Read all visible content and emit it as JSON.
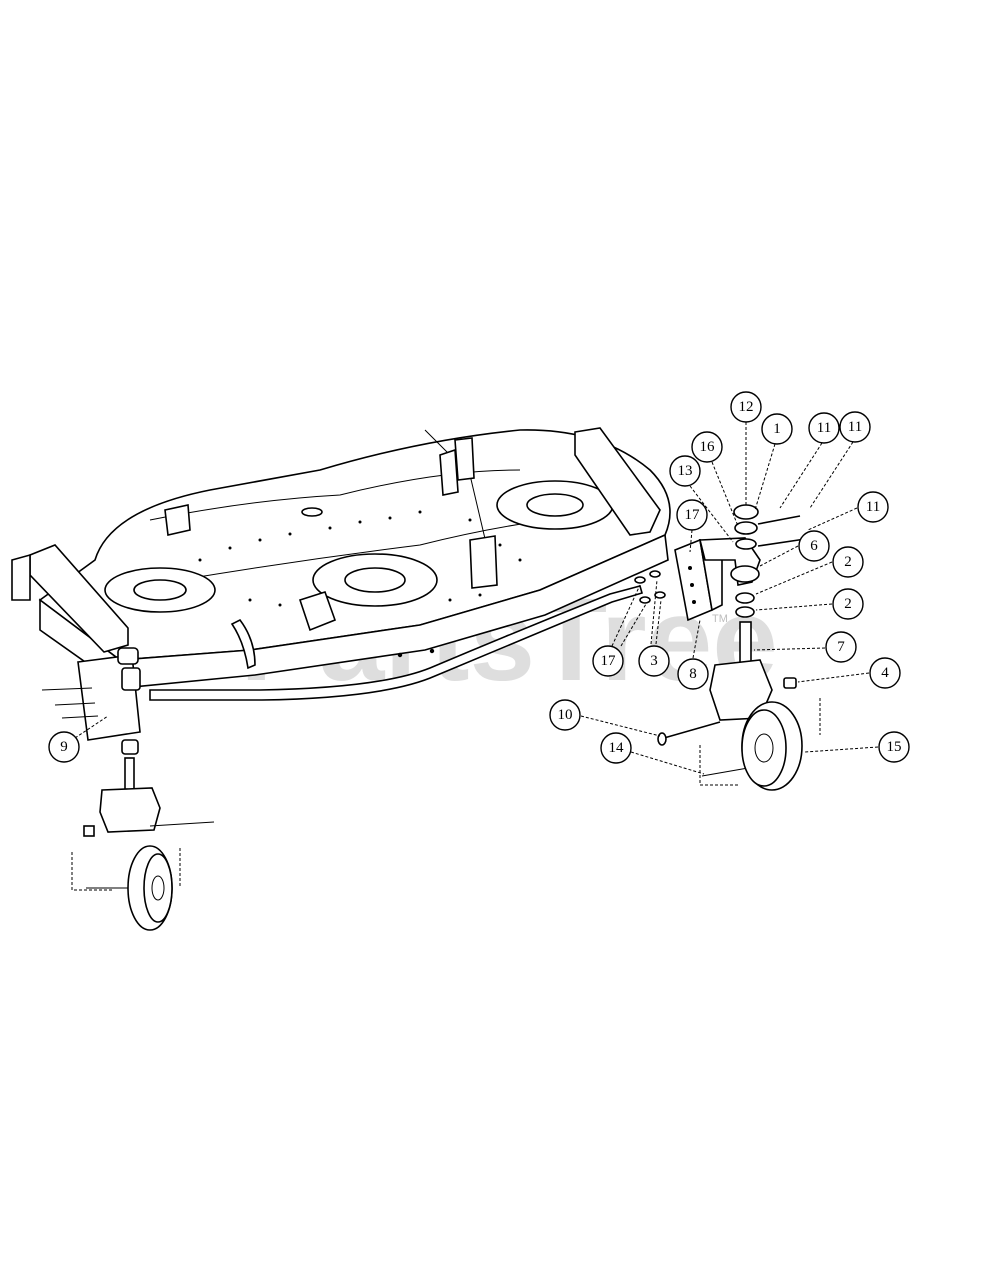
{
  "watermark": "PartsTree",
  "watermark_tm": "TM",
  "callouts": [
    {
      "id": "c12",
      "label": "12"
    },
    {
      "id": "c1",
      "label": "1"
    },
    {
      "id": "c11a",
      "label": "11"
    },
    {
      "id": "c11b",
      "label": "11"
    },
    {
      "id": "c16",
      "label": "16"
    },
    {
      "id": "c13",
      "label": "13"
    },
    {
      "id": "c11c",
      "label": "11"
    },
    {
      "id": "c17a",
      "label": "17"
    },
    {
      "id": "c6",
      "label": "6"
    },
    {
      "id": "c2a",
      "label": "2"
    },
    {
      "id": "c2b",
      "label": "2"
    },
    {
      "id": "c7",
      "label": "7"
    },
    {
      "id": "c17b",
      "label": "17"
    },
    {
      "id": "c3",
      "label": "3"
    },
    {
      "id": "c8",
      "label": "8"
    },
    {
      "id": "c4",
      "label": "4"
    },
    {
      "id": "c10",
      "label": "10"
    },
    {
      "id": "c14",
      "label": "14"
    },
    {
      "id": "c15",
      "label": "15"
    },
    {
      "id": "c9",
      "label": "9"
    }
  ]
}
